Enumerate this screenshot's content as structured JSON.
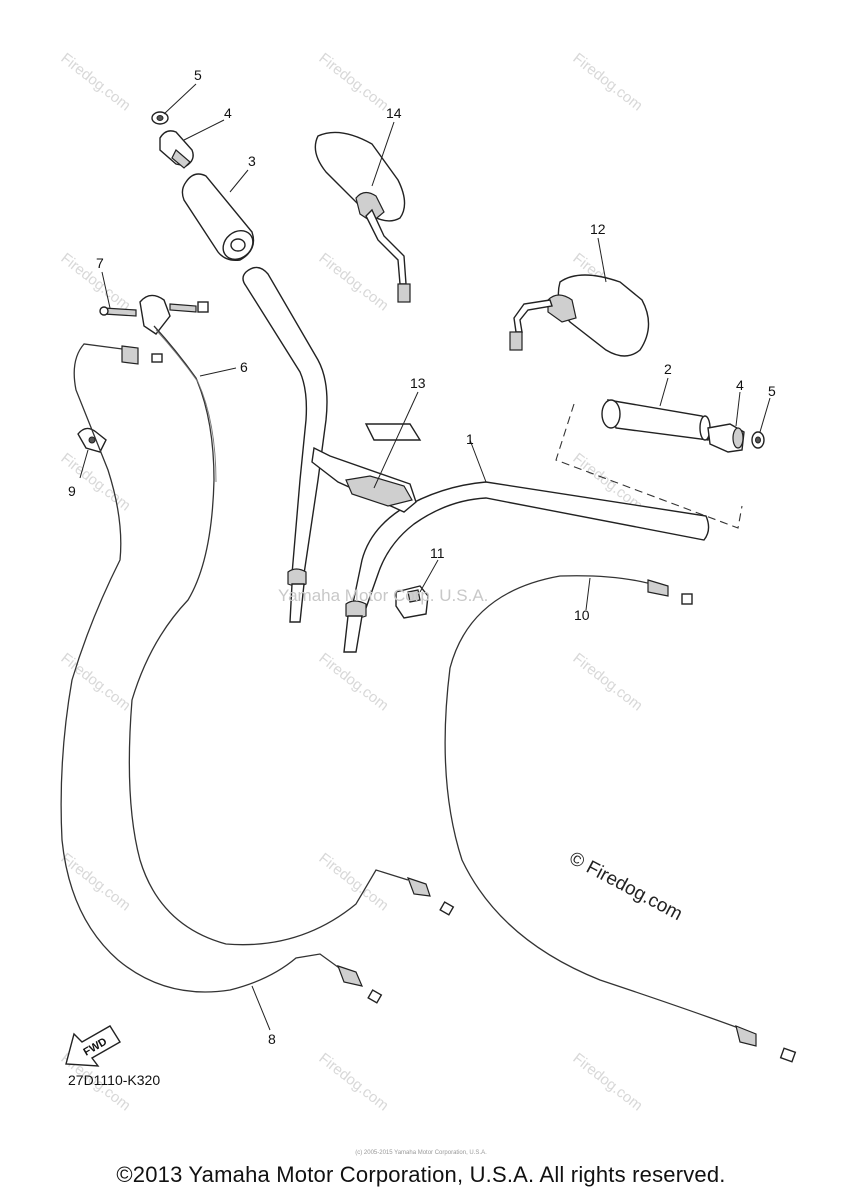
{
  "diagram": {
    "part_numbers": [
      "1",
      "2",
      "3",
      "4",
      "4",
      "5",
      "5",
      "6",
      "7",
      "8",
      "9",
      "10",
      "11",
      "12",
      "13",
      "14"
    ],
    "diagram_code": "27D1110-K320",
    "fwd_label": "FWD",
    "center_watermark": "Yamaha Motor Corp. U.S.A.",
    "watermark": "Firedog.com",
    "main_watermark": "© Firedog.com",
    "copyright": "©2013 Yamaha Motor Corporation, U.S.A. All rights reserved.",
    "tiny_note": "(c) 2005-2015 Yamaha Motor Corporation, U.S.A."
  }
}
